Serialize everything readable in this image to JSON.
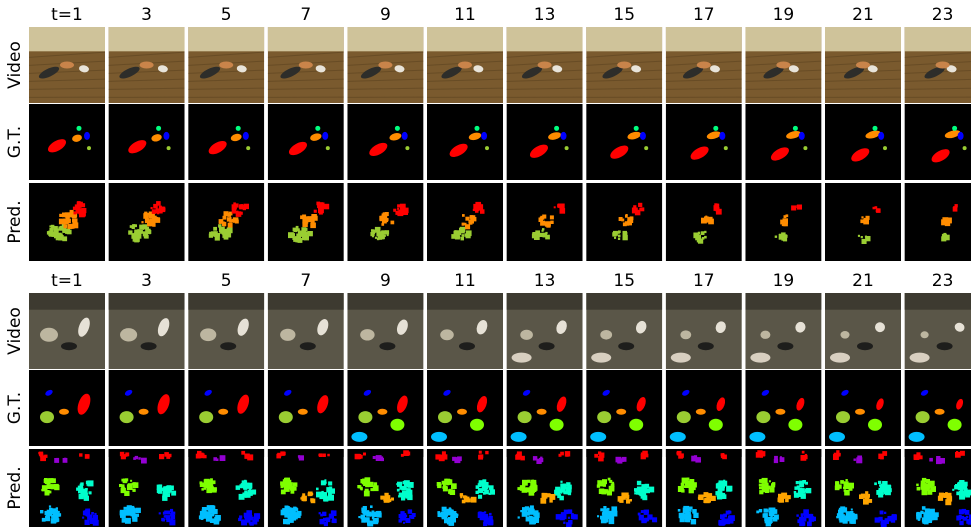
{
  "panels": [
    {
      "scene": "wood-floor",
      "time_labels": [
        "t=1",
        "3",
        "5",
        "7",
        "9",
        "11",
        "13",
        "15",
        "17",
        "19",
        "21",
        "23"
      ],
      "row_labels": [
        "Video",
        "G.T.",
        "Pred."
      ]
    },
    {
      "scene": "tabletop",
      "time_labels": [
        "t=1",
        "3",
        "5",
        "7",
        "9",
        "11",
        "13",
        "15",
        "17",
        "19",
        "21",
        "23"
      ],
      "row_labels": [
        "Video",
        "G.T.",
        "Pred."
      ]
    }
  ],
  "colors": {
    "background": "#ffffff",
    "mask_background": "#000000",
    "segment_palette": [
      "#ff0000",
      "#ff8c00",
      "#ffa500",
      "#0000ff",
      "#00ff7f",
      "#9acd32",
      "#7fff00",
      "#00bfff",
      "#ffff00",
      "#9400d3",
      "#00ffcc"
    ],
    "wood_floor": "#7a5a2e",
    "wall": "#cfc39a",
    "table": "#5a5648"
  }
}
